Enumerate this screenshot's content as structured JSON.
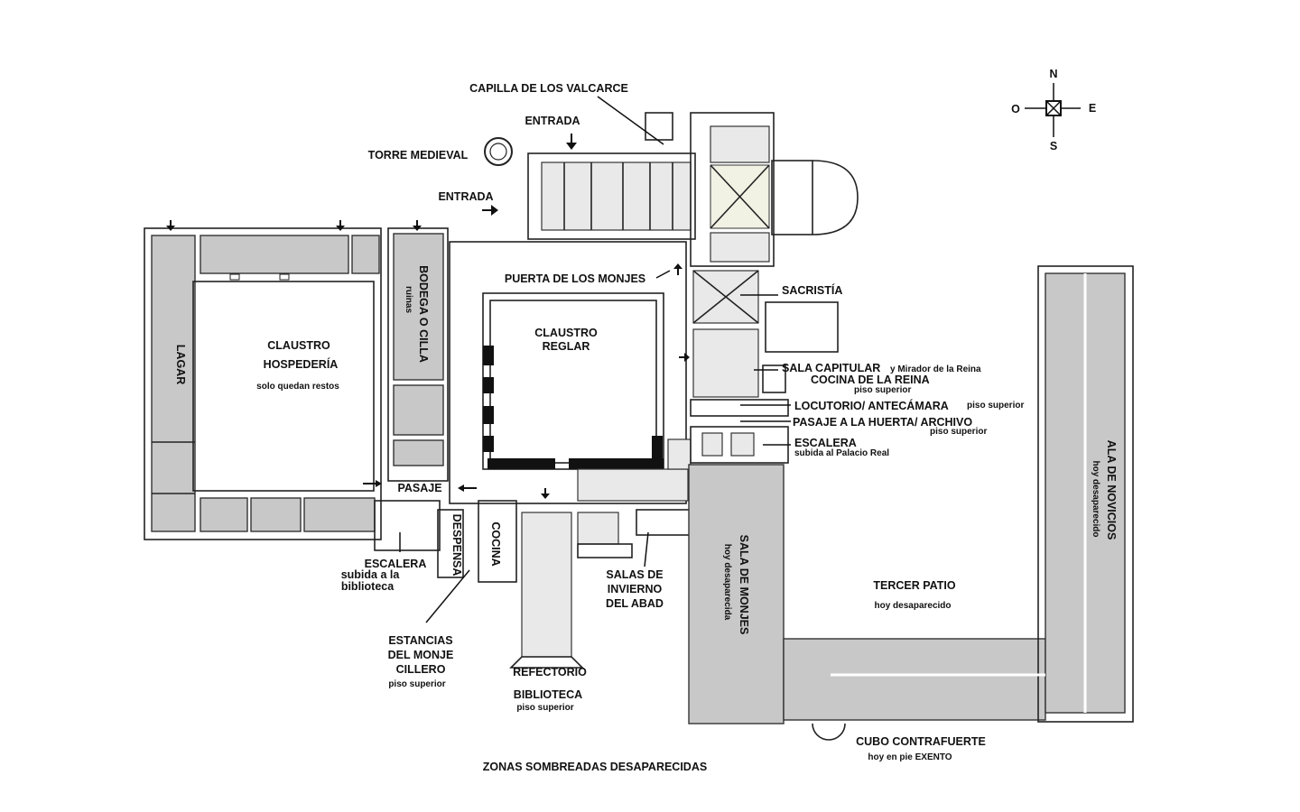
{
  "compass": {
    "n": "N",
    "s": "S",
    "e": "E",
    "w": "O"
  },
  "labels": {
    "capilla": "CAPILLA DE LOS VALCARCE",
    "entrada_top": "ENTRADA",
    "torre": "TORRE MEDIEVAL",
    "entrada_left": "ENTRADA",
    "puerta_monjes": "PUERTA DE LOS MONJES",
    "sacristia": "SACRISTÍA",
    "sala_capitular": "SALA CAPITULAR",
    "sala_capitular_y": "y Mirador de la Reina",
    "cocina_reina": "COCINA DE LA REINA",
    "cocina_reina_sub": "piso superior",
    "locutorio": "LOCUTORIO/ ANTECÁMARA",
    "locutorio_sub": "piso superior",
    "pasaje_huerta": "PASAJE A LA HUERTA/ ARCHIVO",
    "pasaje_huerta_sub": "piso superior",
    "escalera_right": "ESCALERA",
    "escalera_right_sub": "subida al Palacio Real",
    "claustro_reglar_1": "CLAUSTRO",
    "claustro_reglar_2": "REGLAR",
    "claustro_hosp_1": "CLAUSTRO",
    "claustro_hosp_2": "HOSPEDERÍA",
    "claustro_hosp_sub": "solo quedan restos",
    "lagar": "LAGAR",
    "bodega": "BODEGA O CILLA",
    "bodega_sub": "ruinas",
    "pasaje": "PASAJE",
    "despensa": "DESPENSA",
    "cocina": "COCINA",
    "escalera_left": "ESCALERA",
    "escalera_left_sub1": "subida a la",
    "escalera_left_sub2": "biblioteca",
    "estancias_1": "ESTANCIAS",
    "estancias_2": "DEL MONJE",
    "estancias_3": "CILLERO",
    "estancias_sub": "piso superior",
    "refectorio": "REFECTORIO",
    "biblioteca": "BIBLIOTECA",
    "biblioteca_sub": "piso superior",
    "salas_1": "SALAS DE",
    "salas_2": "INVIERNO",
    "salas_3": "DEL ABAD",
    "sala_monjes": "SALA DE MONJES",
    "sala_monjes_sub": "hoy desaparecida",
    "tercer_patio": "TERCER PATIO",
    "tercer_patio_sub": "hoy desaparecido",
    "ala_novicios": "ALA DE NOVICIOS",
    "ala_novicios_sub": "hoy desaparecido",
    "cubo": "CUBO CONTRAFUERTE",
    "cubo_sub": "hoy en pie EXENTO",
    "legend": "ZONAS SOMBREADAS DESAPARECIDAS"
  },
  "colors": {
    "shaded": "#c8c8c8",
    "wall": "#222222",
    "background": "#ffffff"
  }
}
